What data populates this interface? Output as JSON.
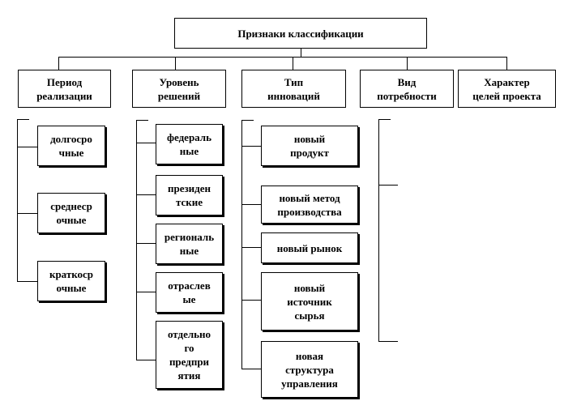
{
  "root": {
    "label": "Признаки  классификации"
  },
  "categories": [
    {
      "label": "Период\nреализации",
      "children": [
        "долгосро\nчные",
        "среднеср\nочные",
        "краткоср\nочные"
      ]
    },
    {
      "label": "Уровень\nрешений",
      "children": [
        "федераль\nные",
        "президен\nтские",
        "региональ\nные",
        "отраслев\nые",
        "отдельно\nго\nпредпри\nятия"
      ]
    },
    {
      "label": "Тип\nинноваций",
      "children": [
        "новый\nпродукт",
        "новый метод\nпроизводства",
        "новый рынок",
        "новый\nисточник\nсырья",
        "новая\nструктура\nуправления"
      ]
    },
    {
      "label": "Вид\nпотребности",
      "children": []
    },
    {
      "label": "Характер\nцелей проекта",
      "children": []
    }
  ]
}
